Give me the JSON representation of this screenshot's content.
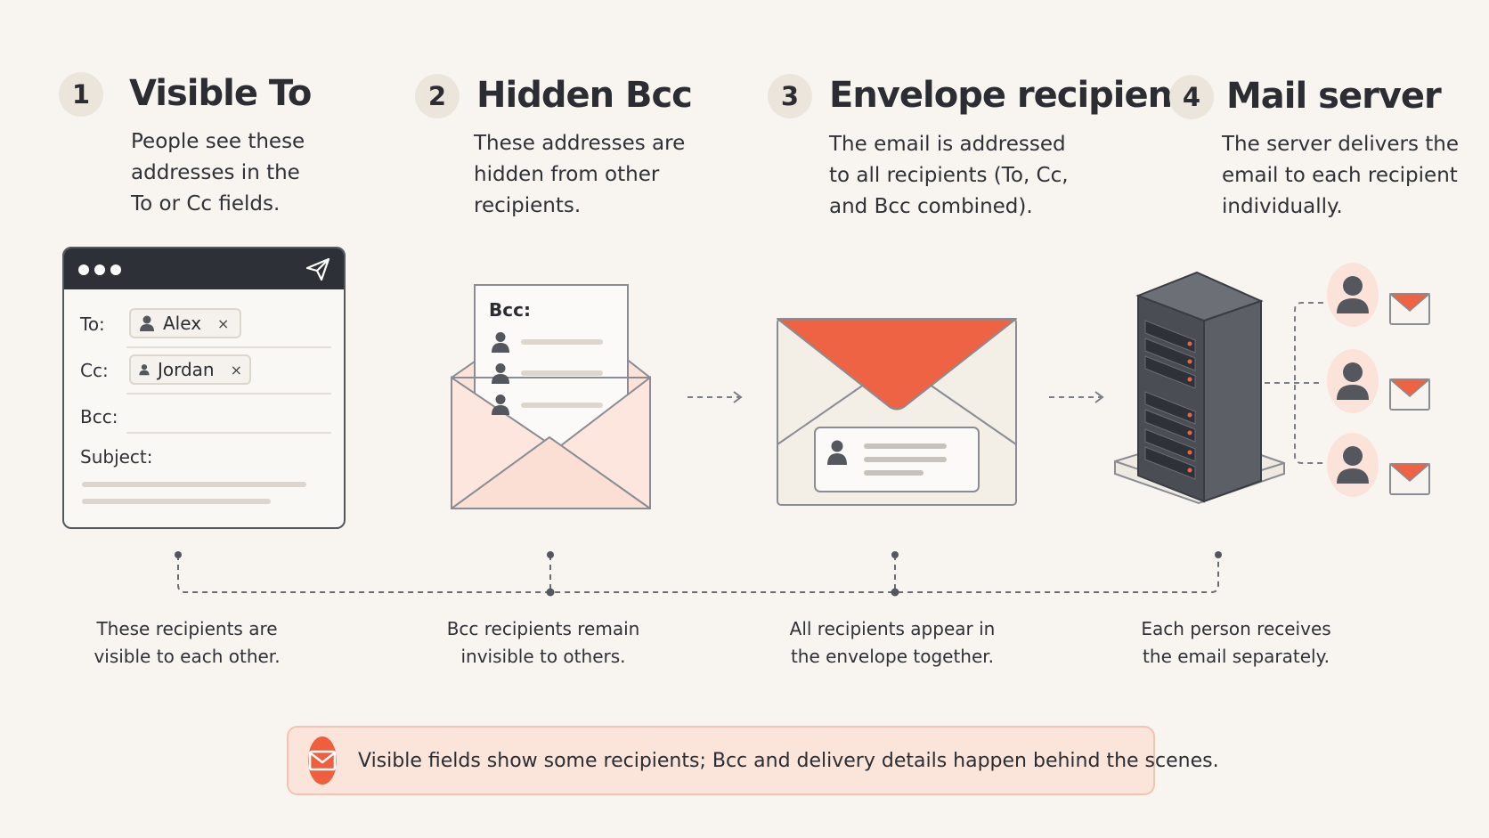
{
  "colors": {
    "accent": "#ef5f3f",
    "dark": "#2e3038",
    "background": "#f8f5f1",
    "soft_pink": "#fbe4da"
  },
  "steps": [
    {
      "number": "1",
      "title": "Visible To",
      "desc": [
        "People see these",
        "addresses in the",
        "To or Cc fields."
      ],
      "caption": [
        "These recipients are",
        "visible to each other."
      ]
    },
    {
      "number": "2",
      "title": "Hidden Bcc",
      "desc": [
        "These addresses are",
        "hidden from other",
        "recipients."
      ],
      "caption": [
        "Bcc recipients remain",
        "invisible to others."
      ]
    },
    {
      "number": "3",
      "title": "Envelope recipient",
      "desc": [
        "The email is addressed",
        "to all recipients (To, Cc,",
        "and Bcc combined)."
      ],
      "caption": [
        "All recipients appear in",
        "the envelope together."
      ]
    },
    {
      "number": "4",
      "title": "Mail server",
      "desc": [
        "The server delivers the",
        "email to each recipient",
        "individually."
      ],
      "caption": [
        "Each person receives",
        "the email separately."
      ]
    }
  ],
  "composer": {
    "to_label": "To:",
    "to_chip": "Alex",
    "cc_label": "Cc:",
    "cc_chip": "Jordan",
    "bcc_label": "Bcc:",
    "subject_label": "Subject:",
    "chip_remove": "×"
  },
  "bcc_letter": {
    "label": "Bcc:"
  },
  "banner": {
    "text": "Visible fields show some recipients; Bcc and delivery details happen behind the scenes."
  }
}
